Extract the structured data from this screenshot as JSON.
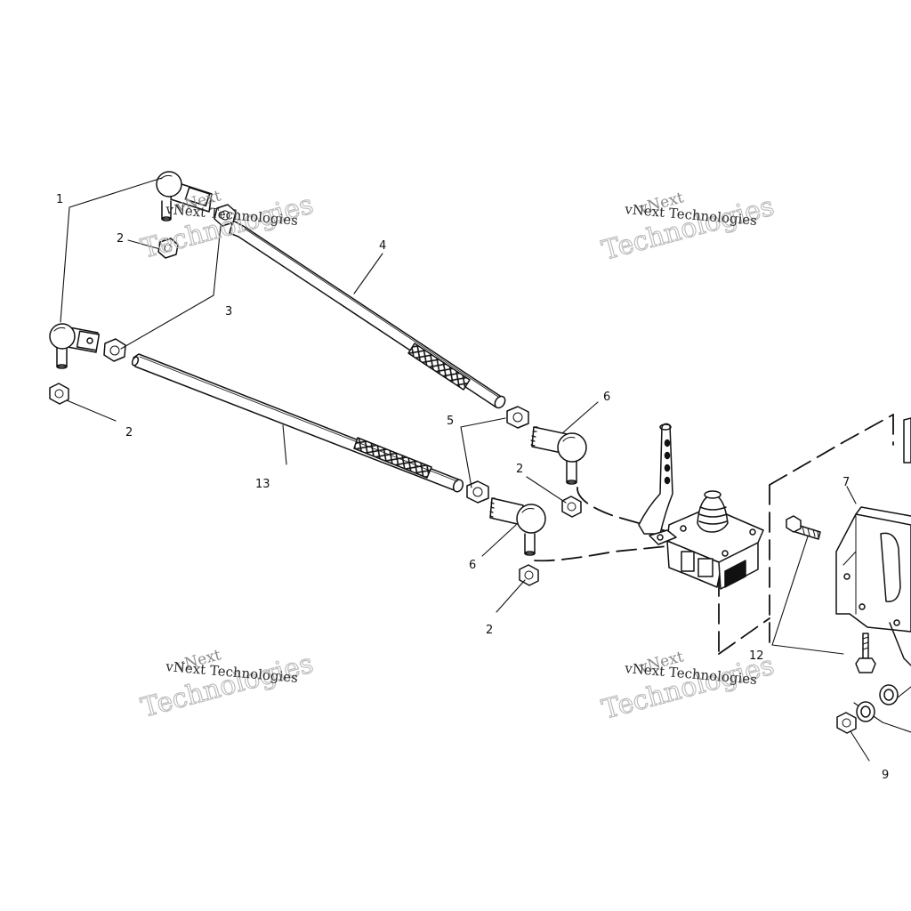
{
  "callouts": {
    "c1": "1",
    "c2a": "2",
    "c2b": "2",
    "c2c": "2",
    "c2d": "2",
    "c3": "3",
    "c4": "4",
    "c5": "5",
    "c6a": "6",
    "c6b": "6",
    "c7": "7",
    "c9": "9",
    "c12": "12",
    "c13": "13"
  },
  "watermark": {
    "line1": "vNext",
    "line2": "Technologies",
    "line3": "vNext Technologies"
  },
  "colors": {
    "ink": "#111111",
    "watermark": "#9a9a9a"
  }
}
